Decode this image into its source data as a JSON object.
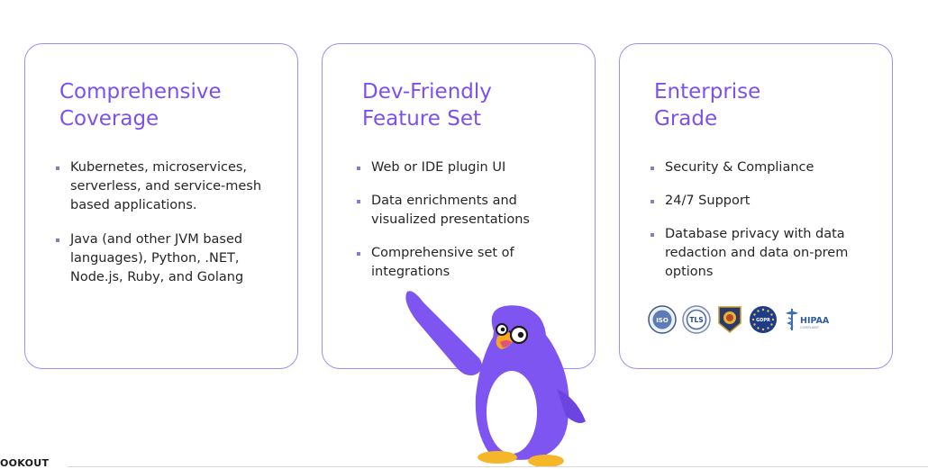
{
  "cards": [
    {
      "title": "Comprehensive\nCoverage",
      "items": [
        "Kubernetes, microservices, serverless, and service-mesh based applications.",
        "Java (and other JVM based languages), Python, .NET, Node.js, Ruby, and Golang"
      ]
    },
    {
      "title": "Dev-Friendly\nFeature Set",
      "items": [
        "Web or IDE plugin UI",
        "Data enrichments and visualized presentations",
        "Comprehensive set of integrations"
      ]
    },
    {
      "title": "Enterprise\nGrade",
      "items": [
        "Security & Compliance",
        "24/7 Support",
        "Database privacy with data redaction and data on-prem options"
      ]
    }
  ],
  "badges": {
    "iso": "ISO",
    "tls": "TLS",
    "gdpr": "GDPR",
    "hipaa": "HIPAA",
    "hipaa_sub": "COMPLIANT"
  },
  "footer": {
    "logo": "OOKOUT"
  },
  "colors": {
    "accent": "#7c50f0",
    "border": "#a48cf0",
    "mascot": "#7f55f2"
  }
}
